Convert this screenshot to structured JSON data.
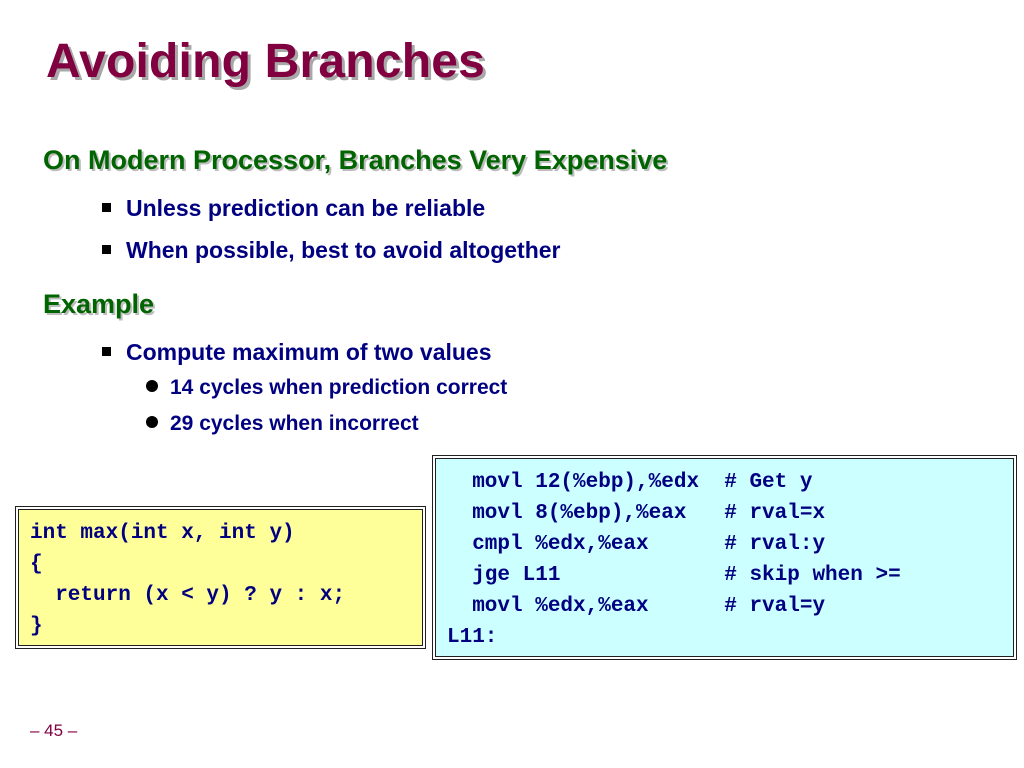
{
  "slide": {
    "title": "Avoiding Branches",
    "page_number": "– 45 –"
  },
  "section1": {
    "heading": "On Modern Processor, Branches Very Expensive",
    "bullets": [
      "Unless prediction can be reliable",
      "When possible, best to avoid altogether"
    ]
  },
  "section2": {
    "heading": "Example",
    "bullet": "Compute maximum of two values",
    "subbullets": [
      "14 cycles when prediction correct",
      "29 cycles when incorrect"
    ]
  },
  "c_code": {
    "lines": [
      "int max(int x, int y)",
      "{",
      "  return (x < y) ? y : x;",
      "}"
    ]
  },
  "asm_code": {
    "lines": [
      "  movl 12(%ebp),%edx  # Get y",
      "  movl 8(%ebp),%eax   # rval=x",
      "  cmpl %edx,%eax      # rval:y",
      "  jge L11             # skip when >=",
      "  movl %edx,%eax      # rval=y",
      "L11:"
    ]
  },
  "colors": {
    "title": "#800040",
    "heading": "#006400",
    "body_text": "#000080",
    "c_code_background": "#ffff99",
    "asm_code_background": "#ccffff"
  }
}
